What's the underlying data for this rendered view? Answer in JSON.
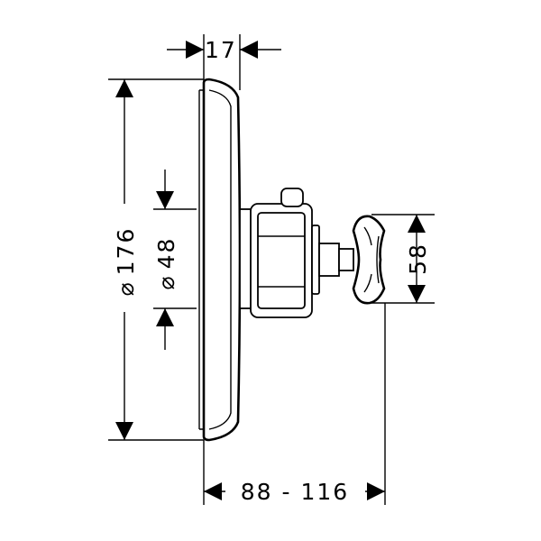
{
  "dimensions": {
    "thickness": "17",
    "outer_diameter": "176",
    "inner_diameter": "48",
    "handle_height": "58",
    "projection_range": "88 - 116"
  },
  "symbols": {
    "diameter": "⌀"
  }
}
